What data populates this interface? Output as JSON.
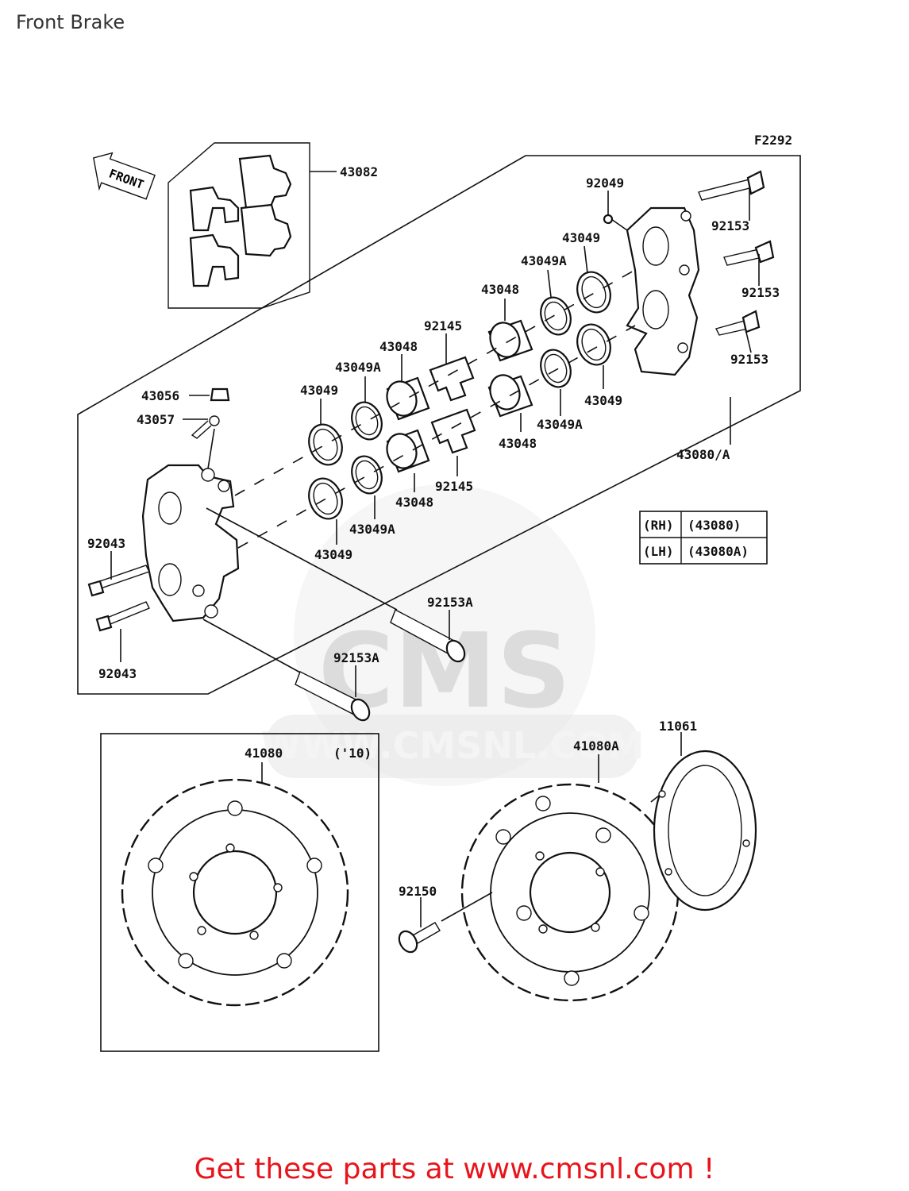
{
  "page": {
    "title": "Front Brake"
  },
  "diagram": {
    "figure_code": "F2292",
    "front_arrow_label": "FRONT",
    "watermark": {
      "brand": "CMS",
      "url": "WWW.CMSNL.COM"
    },
    "parts": {
      "p43082": "43082",
      "p92049": "92049",
      "p92153_a": "92153",
      "p92153_b": "92153",
      "p92153_c": "92153",
      "p43049_top": "43049",
      "p43049A_top": "43049A",
      "p43048_top": "43048",
      "p92145_top": "92145",
      "p43048_mid": "43048",
      "p43049A_mid": "43049A",
      "p43049_mid": "43049",
      "p43056": "43056",
      "p43057": "43057",
      "p43049_right": "43049",
      "p43049A_right": "43049A",
      "p43048_right": "43048",
      "p43080A": "43080/A",
      "p92145_bot": "92145",
      "p43048_bot": "43048",
      "p43049A_bot": "43049A",
      "p43049_bot": "43049",
      "p92043_top": "92043",
      "p92043_bot": "92043",
      "p92153A_top": "92153A",
      "p92153A_bot": "92153A",
      "p41080": "41080",
      "p10": "('10)",
      "p41080A": "41080A",
      "p11061": "11061",
      "p92150": "92150"
    },
    "side_table": {
      "rows": [
        {
          "side": "(RH)",
          "part": "(43080)"
        },
        {
          "side": "(LH)",
          "part": "(43080A)"
        }
      ]
    }
  },
  "footer": {
    "promo": "Get these parts at www.cmsnl.com !",
    "promo_color": "#e8141b"
  }
}
